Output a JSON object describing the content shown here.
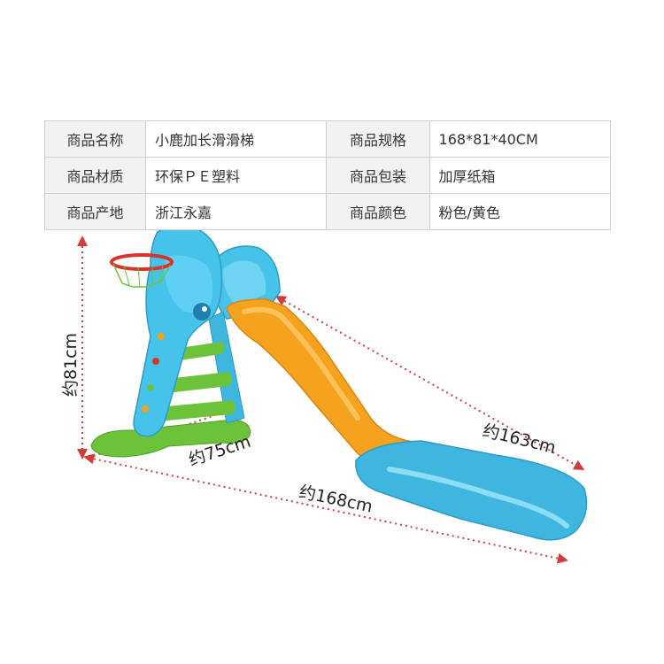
{
  "spec_table": {
    "rows": [
      {
        "label1": "商品名称",
        "value1": "小鹿加长滑滑梯",
        "label2": "商品规格",
        "value2": "168*81*40CM"
      },
      {
        "label1": "商品材质",
        "value1": "环保ＰＥ塑料",
        "label2": "商品包装",
        "value2": "加厚纸箱"
      },
      {
        "label1": "商品产地",
        "value1": "浙江永嘉",
        "label2": "商品颜色",
        "value2": "粉色/黄色"
      }
    ]
  },
  "dimensions": {
    "height": "约81cm",
    "depth": "约75cm",
    "slide_length": "约163cm",
    "total_length": "约168cm"
  },
  "colors": {
    "slide_orange": "#f5a31e",
    "slide_blue": "#3fb6df",
    "frame_blue": "#46c3ea",
    "base_green": "#6cc33a",
    "hoop_red": "#d8352a",
    "dimension_line": "#d33a3a"
  }
}
